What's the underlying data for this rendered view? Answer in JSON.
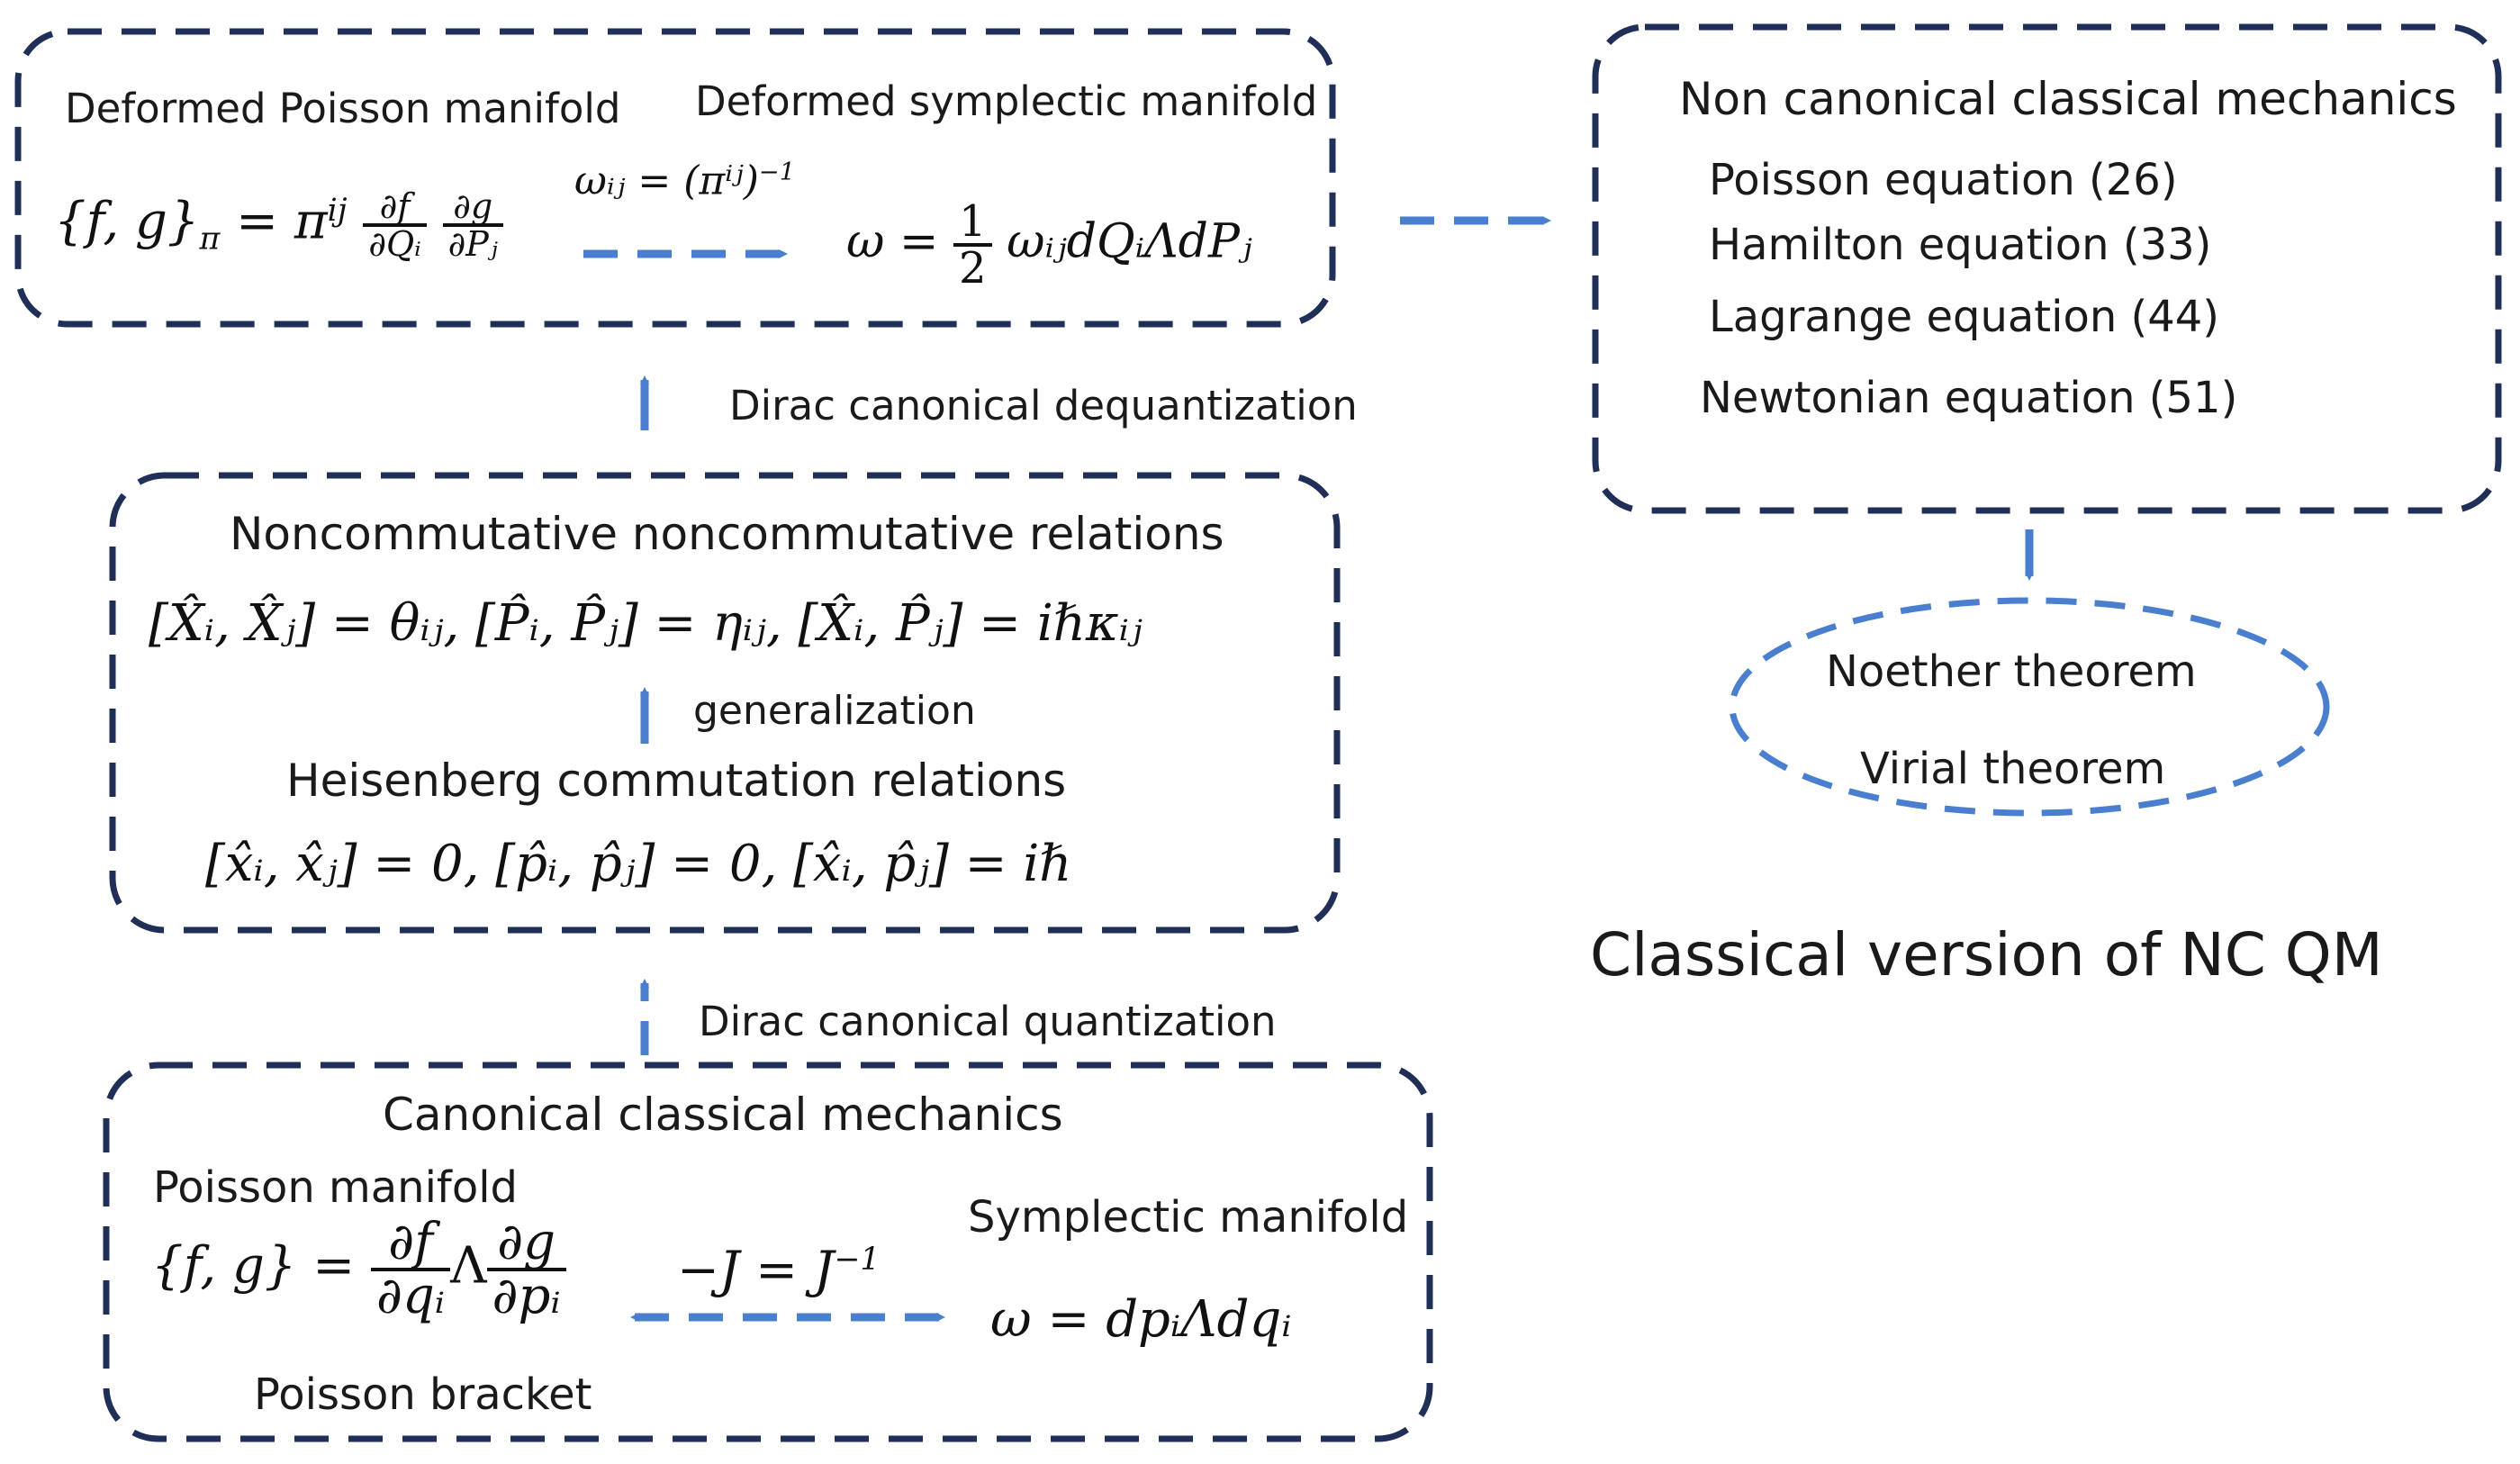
{
  "colors": {
    "box_stroke": "#1f2f57",
    "arrow": "#4a7fd0",
    "text": "#1a1a1a"
  },
  "top_left_box": {
    "poisson_title": "Deformed Poisson manifold",
    "symplectic_title": "Deformed symplectic manifold",
    "bracket_lhs": "{f, g}",
    "bracket_sub": "π",
    "pi": "π",
    "pi_sup": "ij",
    "df": "∂f",
    "dQi": "∂Qᵢ",
    "dg": "∂g",
    "dPj": "∂Pⱼ",
    "omega_ij_eq": "ωᵢⱼ = (πⁱʲ)",
    "omega_ij_exp": "−1",
    "omega_lhs": "ω =",
    "half_num": "1",
    "half_den": "2",
    "omega_rhs": "ωᵢⱼdQᵢΛdPⱼ"
  },
  "right_box": {
    "title": "Non canonical classical mechanics",
    "items": [
      "Poisson equation (26)",
      "Hamilton equation (33)",
      "Lagrange equation (44)",
      "Newtonian equation (51)"
    ]
  },
  "ellipse": {
    "line1": "Noether theorem",
    "line2": "Virial theorem"
  },
  "caption": "Classical version of NC QM",
  "dequantization_label": "Dirac canonical dequantization",
  "middle_box": {
    "title": "Noncommutative noncommutative relations",
    "nc_relations": "[X̂ᵢ, X̂ⱼ] = θᵢⱼ,  [P̂ᵢ, P̂ⱼ] = ηᵢⱼ,  [X̂ᵢ, P̂ⱼ] = iℏκᵢⱼ",
    "generalization_label": "generalization",
    "heisenberg_title": "Heisenberg commutation relations",
    "heisenberg_relations": "[x̂ᵢ, x̂ⱼ] = 0,  [p̂ᵢ, p̂ⱼ] = 0,  [x̂ᵢ, p̂ⱼ] = iℏ"
  },
  "quantization_label": "Dirac canonical quantization",
  "bottom_box": {
    "title": "Canonical classical mechanics",
    "poisson_manifold": "Poisson manifold",
    "symplectic_manifold": "Symplectic manifold",
    "bracket_lhs": "{f, g} =",
    "df": "∂f",
    "dqi": "∂qᵢ",
    "wedge": "Λ",
    "dg": "∂g",
    "dpi": "∂pᵢ",
    "j_relation": "−J = J",
    "j_exp": "−1",
    "omega": "ω = dpᵢΛdqᵢ",
    "poisson_bracket": "Poisson bracket"
  }
}
